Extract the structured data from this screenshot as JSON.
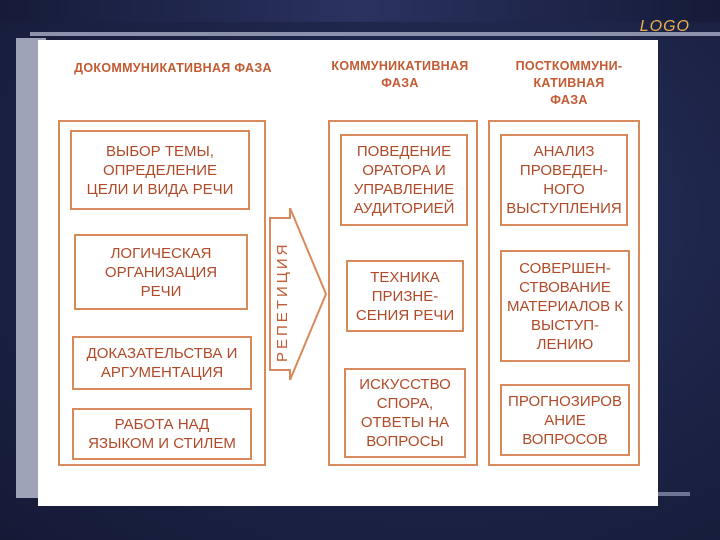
{
  "logo_text": "LOGO",
  "phases": {
    "pre": {
      "title": "ДОКОММУНИКАТИВНАЯ ФАЗА",
      "boxes": [
        "ВЫБОР ТЕМЫ,\nОПРЕДЕЛЕНИЕ\nЦЕЛИ И ВИДА РЕЧИ",
        "ЛОГИЧЕСКАЯ\nОРГАНИЗАЦИЯ\nРЕЧИ",
        "ДОКАЗАТЕЛЬСТВА И\nАРГУМЕНТАЦИЯ",
        "РАБОТА НАД\nЯЗЫКОМ И СТИЛЕМ"
      ]
    },
    "comm": {
      "title": "КОММУНИКАТИВНАЯ\nФАЗА",
      "boxes": [
        "ПОВЕДЕНИЕ\nОРАТОРА И\nУПРАВЛЕНИЕ\nАУДИТОРИЕЙ",
        "ТЕХНИКА\nПРИЗНЕ-\nСЕНИЯ РЕЧИ",
        "ИСКУССТВО\nСПОРА,\nОТВЕТЫ НА\nВОПРОСЫ"
      ]
    },
    "post": {
      "title": "ПОСТКОММУНИ-\nКАТИВНАЯ\nФАЗА",
      "boxes": [
        "АНАЛИЗ\nПРОВЕДЕН-\nНОГО\nВЫСТУПЛЕНИЯ",
        "СОВЕРШЕН-\nСТВОВАНИЕ\nМАТЕРИАЛОВ К\nВЫСТУП-\nЛЕНИЮ",
        "ПРОГНОЗИРОВ\nАНИЕ\nВОПРОСОВ"
      ]
    }
  },
  "arrow_label": "РЕПЕТИЦИЯ",
  "colors": {
    "text": "#b04a28",
    "border": "#d88a5a",
    "background": "#1c2346"
  }
}
